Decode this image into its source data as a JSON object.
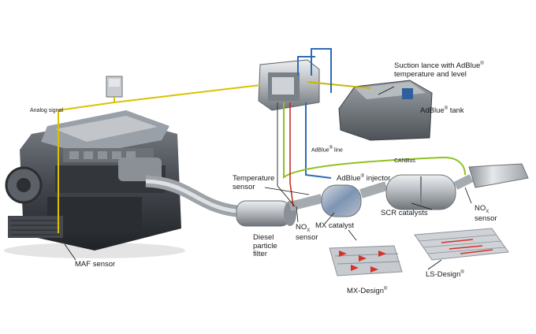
{
  "labels": {
    "analog_signal": "Analog signal",
    "suction_lance_1": "Suction lance with AdBlue",
    "suction_lance_2": "temperature and level",
    "adblue_tank": "AdBlue",
    "adblue_tank_suffix": "tank",
    "adblue_line": "AdBlue",
    "adblue_line_suffix": "line",
    "canbus": "CANBus",
    "temperature_sensor_1": "Temperature",
    "temperature_sensor_2": "sensor",
    "adblue_injector": "AdBlue",
    "adblue_injector_suffix": "injector",
    "diesel_particle_filter_1": "Diesel",
    "diesel_particle_filter_2": "particle",
    "diesel_particle_filter_3": "filter",
    "nox_sensor_left_1": "NO",
    "nox_sensor_left_sub": "X",
    "nox_sensor_left_2": "sensor",
    "mx_catalyst": "MX catalyst",
    "scr_catalysts": "SCR catalysts",
    "nox_sensor_right_1": "NO",
    "nox_sensor_right_sub": "X",
    "nox_sensor_right_2": "sensor",
    "maf_sensor": "MAF sensor",
    "mx_design": "MX-Design",
    "ls_design": "LS-Design",
    "registered": "®"
  }
}
